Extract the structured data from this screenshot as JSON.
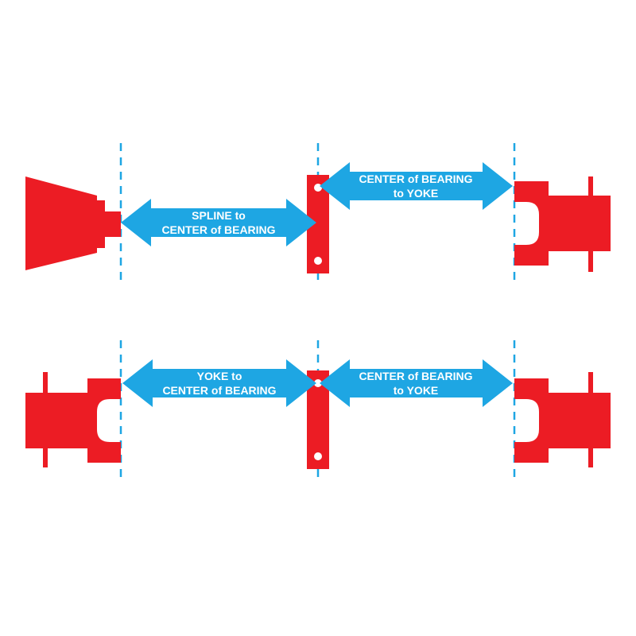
{
  "colors": {
    "part": "#ec1c24",
    "arrow": "#1ea6e3",
    "guide": "#1ea6e3",
    "label_text": "#ffffff",
    "background": "#ffffff"
  },
  "row1": {
    "left_arrow": {
      "line1": "SPLINE to",
      "line2": "CENTER of BEARING"
    },
    "right_arrow": {
      "line1": "CENTER of BEARING",
      "line2": "to YOKE"
    }
  },
  "row2": {
    "left_arrow": {
      "line1": "YOKE to",
      "line2": "CENTER of BEARING"
    },
    "right_arrow": {
      "line1": "CENTER of BEARING",
      "line2": "to YOKE"
    }
  }
}
